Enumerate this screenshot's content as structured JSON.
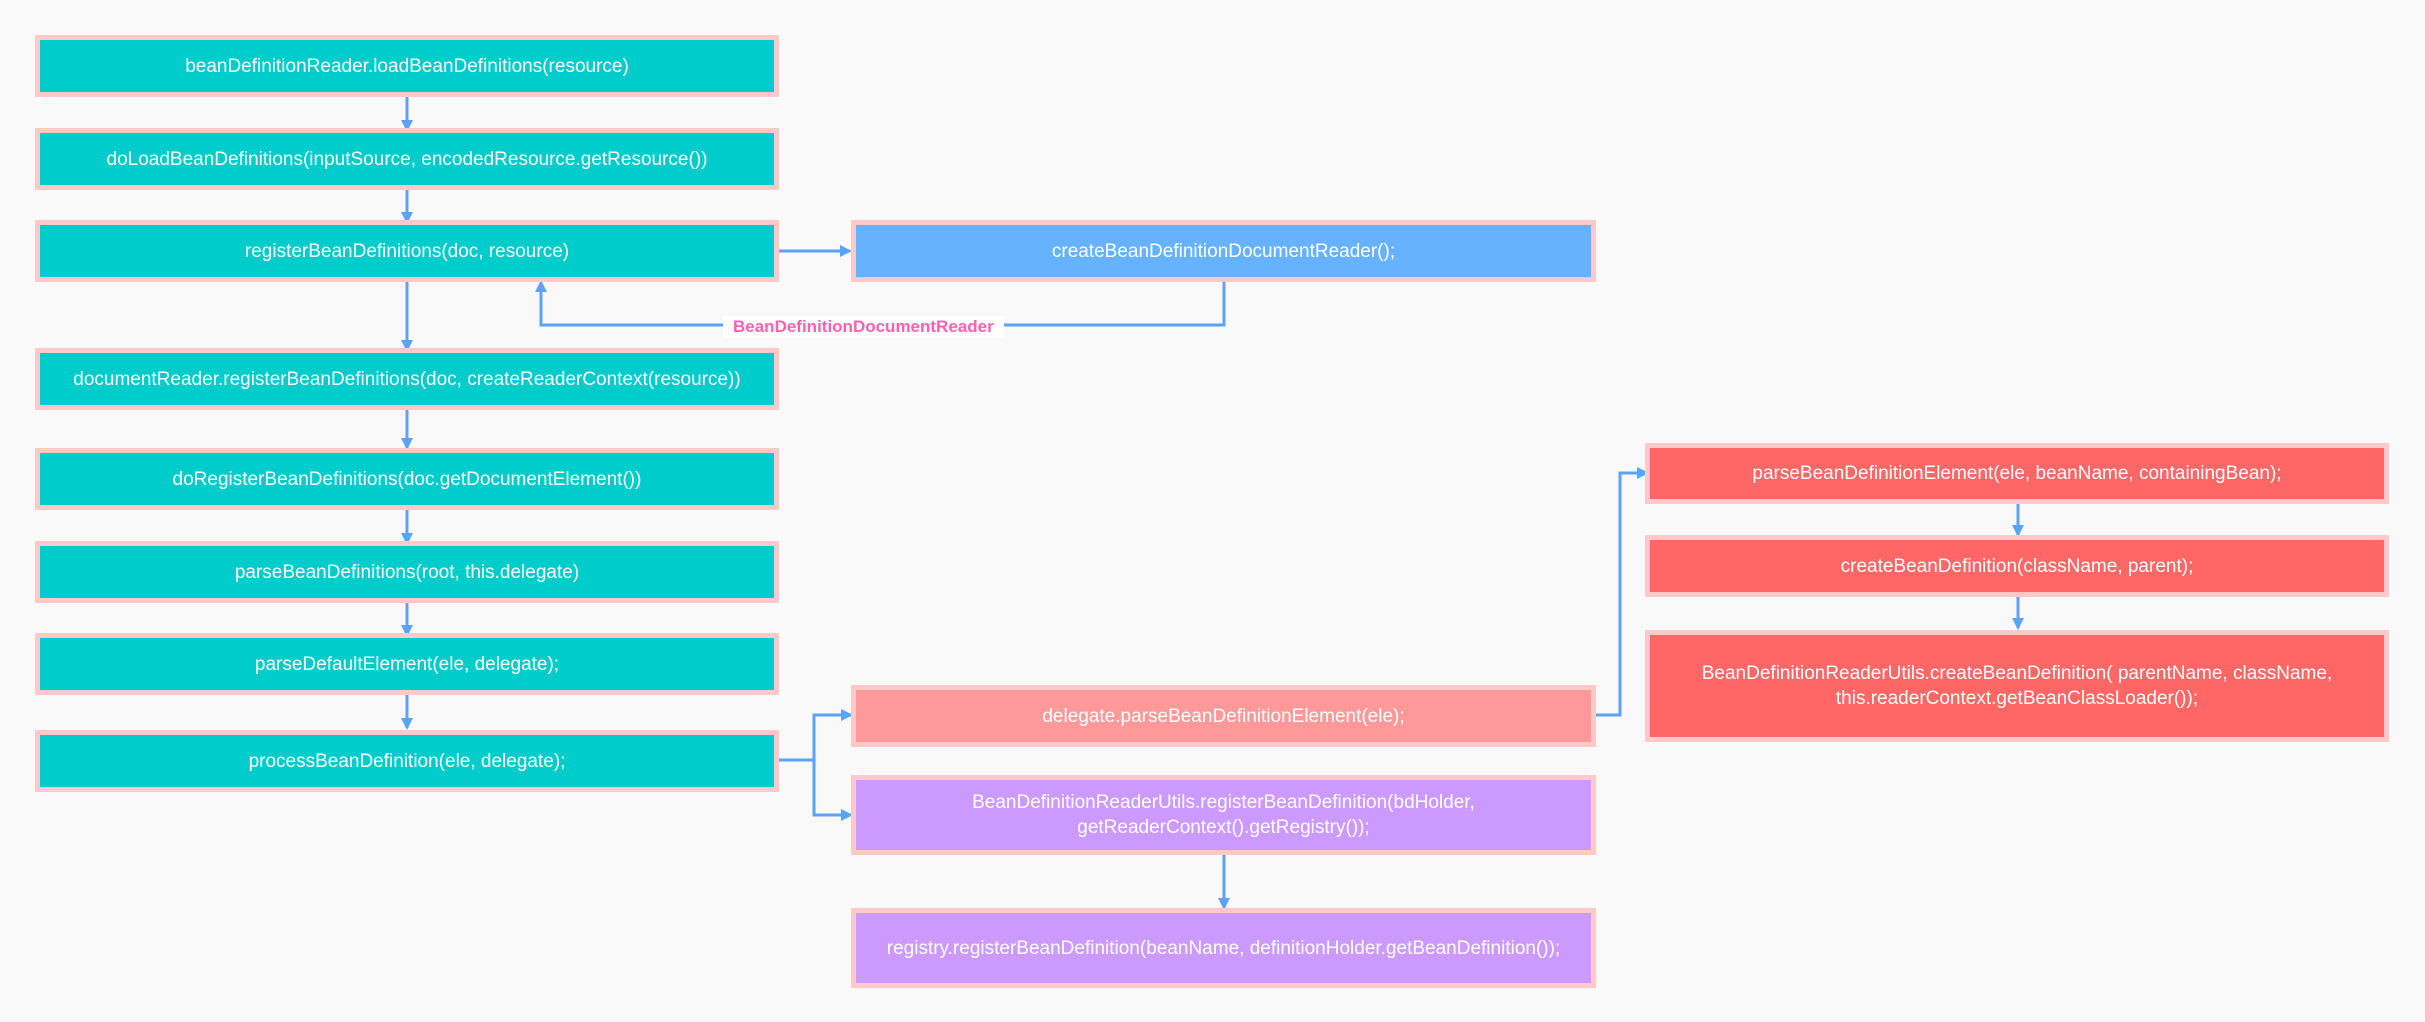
{
  "diagram": {
    "nodes": {
      "load": "beanDefinitionReader.loadBeanDefinitions(resource)",
      "doload": "doLoadBeanDefinitions(inputSource, encodedResource.getResource())",
      "register": "registerBeanDefinitions(doc, resource)",
      "create_reader": "createBeanDefinitionDocumentReader();",
      "doc_reader_register": "documentReader.registerBeanDefinitions(doc, createReaderContext(resource))",
      "do_register": "doRegisterBeanDefinitions(doc.getDocumentElement())",
      "parse_defs": "parseBeanDefinitions(root, this.delegate)",
      "parse_default": "parseDefaultElement(ele, delegate);",
      "process": "processBeanDefinition(ele, delegate);",
      "delegate_parse": "delegate.parseBeanDefinitionElement(ele);",
      "utils_register": "BeanDefinitionReaderUtils.registerBeanDefinition(bdHolder, getReaderContext().getRegistry());",
      "registry_register": "registry.registerBeanDefinition(beanName, definitionHolder.getBeanDefinition());",
      "parse_element": "parseBeanDefinitionElement(ele, beanName, containingBean);",
      "create_def": "createBeanDefinition(className, parent);",
      "utils_create": "BeanDefinitionReaderUtils.createBeanDefinition( parentName, className, this.readerContext.getBeanClassLoader());"
    },
    "edge_labels": {
      "return_reader": "BeanDefinitionDocumentReader"
    },
    "colors": {
      "teal": "#00cccc",
      "blue": "#66b2ff",
      "salmon": "#ff9999",
      "red": "#ff6666",
      "purple": "#cc99ff",
      "border": "#ffc9c9",
      "edge": "#5ba3f5",
      "label": "#ff5fb3"
    }
  }
}
